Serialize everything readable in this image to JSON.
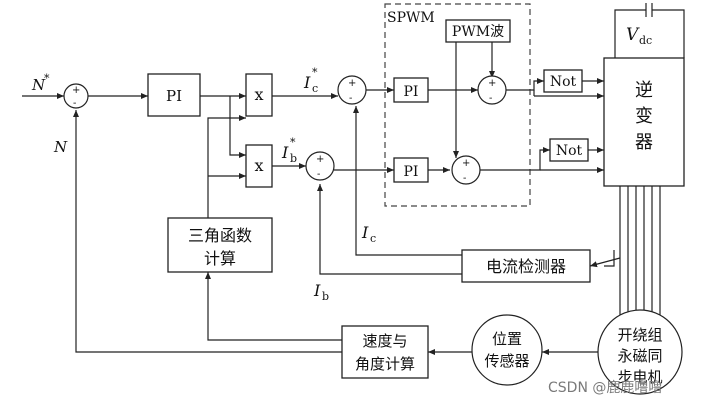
{
  "blocks": {
    "pi_speed": "PI",
    "mult_c": "x",
    "mult_b": "x",
    "pi_c": "PI",
    "pi_b": "PI",
    "pwm_wave": "PWM波",
    "not_1": "Not",
    "not_2": "Not",
    "inverter": [
      "逆",
      "变",
      "器"
    ],
    "trig_calc": [
      "三角函数",
      "计算"
    ],
    "current_detector": "电流检测器",
    "speed_angle_calc": [
      "速度与",
      "角度计算"
    ],
    "position_sensor": [
      "位置",
      "传感器"
    ],
    "motor": [
      "开绕组",
      "永磁同",
      "步电机"
    ]
  },
  "labels": {
    "spwm": "SPWM",
    "n_ref": "N",
    "n_ref_sup": "*",
    "n_fb": "N",
    "ic_ref": "I",
    "ic_ref_sub": "c",
    "ic_ref_sup": "*",
    "ib_ref": "I",
    "ib_ref_sub": "b",
    "ib_ref_sup": "*",
    "ic": "I",
    "ic_sub": "c",
    "ib": "I",
    "ib_sub": "b",
    "vdc": "V",
    "vdc_sub": "dc"
  },
  "signs": {
    "plus": "+",
    "minus": "-"
  },
  "watermark": "CSDN @鹿鹿噜噜"
}
